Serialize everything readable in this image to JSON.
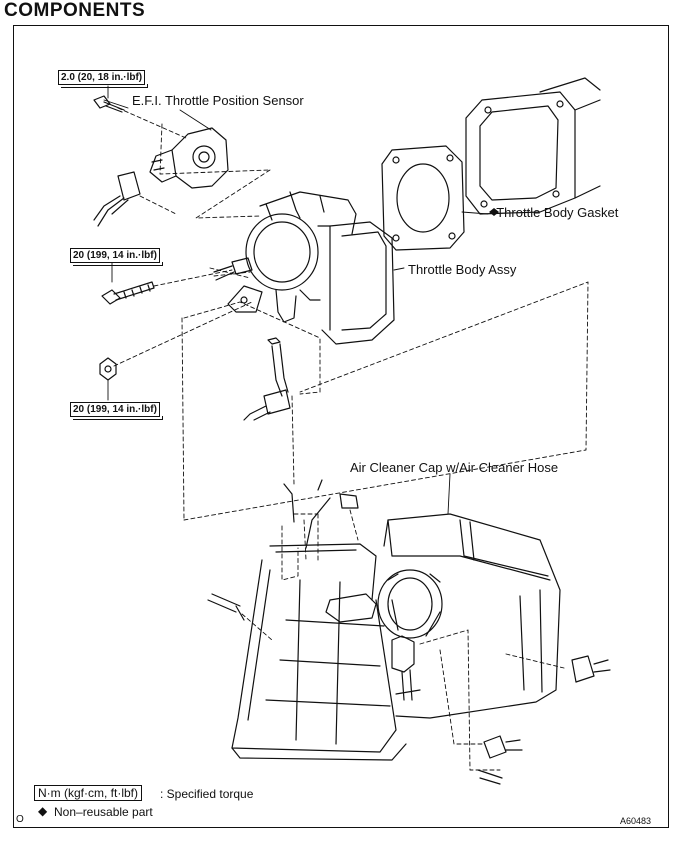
{
  "page": {
    "title": "COMPONENTS",
    "figure_code": "A60483",
    "corner_mark": "O"
  },
  "labels": {
    "sensor": "E.F.I. Throttle Position Sensor",
    "gasket": "Throttle Body Gasket",
    "throttle_body": "Throttle Body Assy",
    "air_cleaner": "Air Cleaner Cap w/Air Cleaner Hose"
  },
  "torques": {
    "sensor_screw": "2.0 (20, 18 in.·lbf)",
    "bolt": "20 (199, 14 in.·lbf)",
    "nut": "20 (199, 14 in.·lbf)"
  },
  "legend": {
    "torque_unit": "N·m (kgf·cm, ft·lbf)",
    "torque_desc": ": Specified torque",
    "nonreusable": "Non–reusable part",
    "diamond_symbol": "◆"
  }
}
